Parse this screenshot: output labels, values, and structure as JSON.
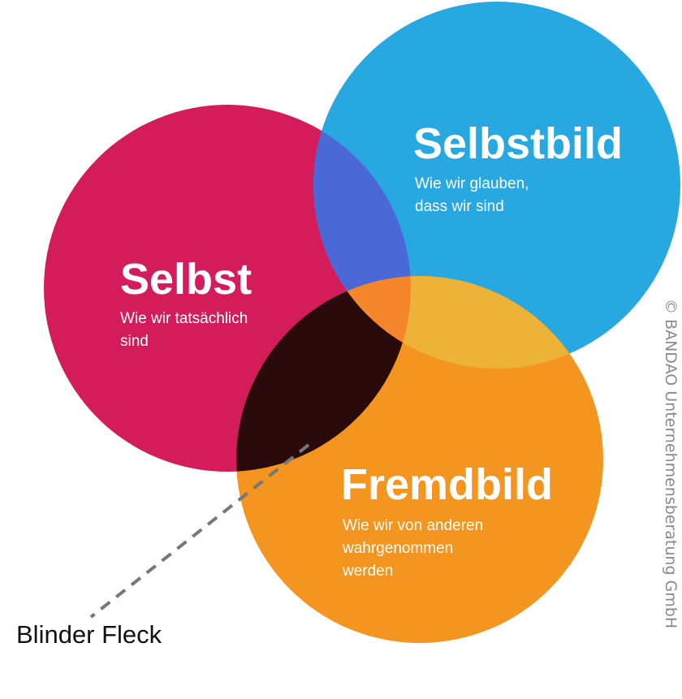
{
  "colors": {
    "selbst": "#D51C5B",
    "selbstbild": "#27A8E0",
    "fremdbild": "#F4951F",
    "selbst_selbstbild": "#4A68D6",
    "selbstbild_fremdbild": "#EDB238",
    "selbst_fremdbild": "#2A0A0A",
    "center": "#F5862C",
    "leader_line": "#777777"
  },
  "circles": {
    "selbst": {
      "title": "Selbst",
      "line1": "Wie wir tatsächlich",
      "line2": "sind"
    },
    "selbstbild": {
      "title": "Selbstbild",
      "line1": "Wie wir glauben,",
      "line2": "dass wir sind"
    },
    "fremdbild": {
      "title": "Fremdbild",
      "line1": "Wie wir von anderen",
      "line2": "wahrgenommen",
      "line3": "werden"
    }
  },
  "annotation": {
    "label": "Blinder Fleck"
  },
  "copyright": "© BANDAO Unternehmensberatung GmbH"
}
